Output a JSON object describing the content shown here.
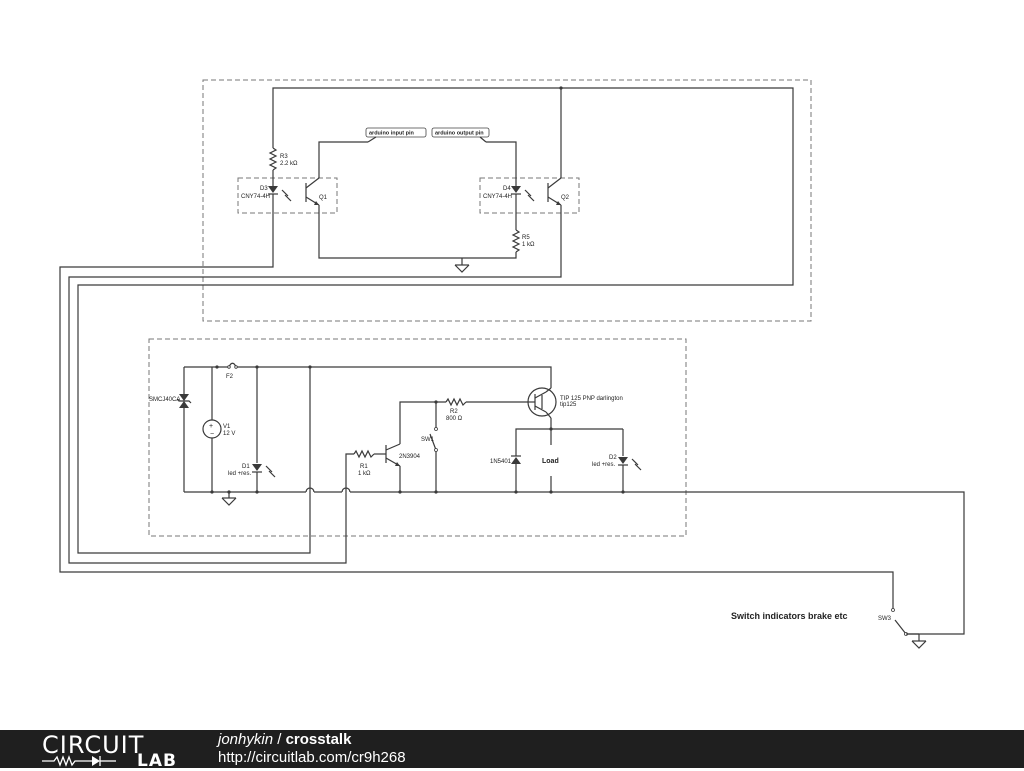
{
  "annotations": {
    "arduino_input_pin": "arduino input pin",
    "arduino_output_pin": "arduino output pin",
    "switch_note": "Switch indicators brake etc"
  },
  "components": {
    "R3": {
      "ref": "R3",
      "value": "2.2 kΩ"
    },
    "D3": {
      "ref": "D3",
      "part": "CNY74-4H"
    },
    "Q1": {
      "ref": "Q1"
    },
    "D4": {
      "ref": "D4",
      "part": "CNY74-4H"
    },
    "Q2": {
      "ref": "Q2"
    },
    "R5": {
      "ref": "R5",
      "value": "1 kΩ"
    },
    "SMCJ": {
      "part": "SMCJ40CA"
    },
    "F2": {
      "ref": "F2"
    },
    "V1": {
      "ref": "V1",
      "value": "12 V"
    },
    "D1": {
      "ref": "D1",
      "note": "led +res."
    },
    "R1": {
      "ref": "R1",
      "value": "1 kΩ"
    },
    "T1": {
      "part": "2N3904"
    },
    "R2": {
      "ref": "R2",
      "value": "800 Ω"
    },
    "SW1": {
      "ref": "SW1"
    },
    "TIP": {
      "line1": "TIP 125 PNP darlington",
      "line2": "tip125"
    },
    "D5": {
      "part": "1N5401"
    },
    "LOAD": {
      "label": "Load"
    },
    "D2": {
      "ref": "D2",
      "note": "led +res."
    },
    "SW3": {
      "ref": "SW3"
    }
  },
  "footer": {
    "logo_top": "CIRCUIT",
    "logo_bottom": "LAB",
    "author": "jonhykin",
    "separator": "/",
    "title": "crosstalk",
    "url": "http://circuitlab.com/cr9h268"
  }
}
